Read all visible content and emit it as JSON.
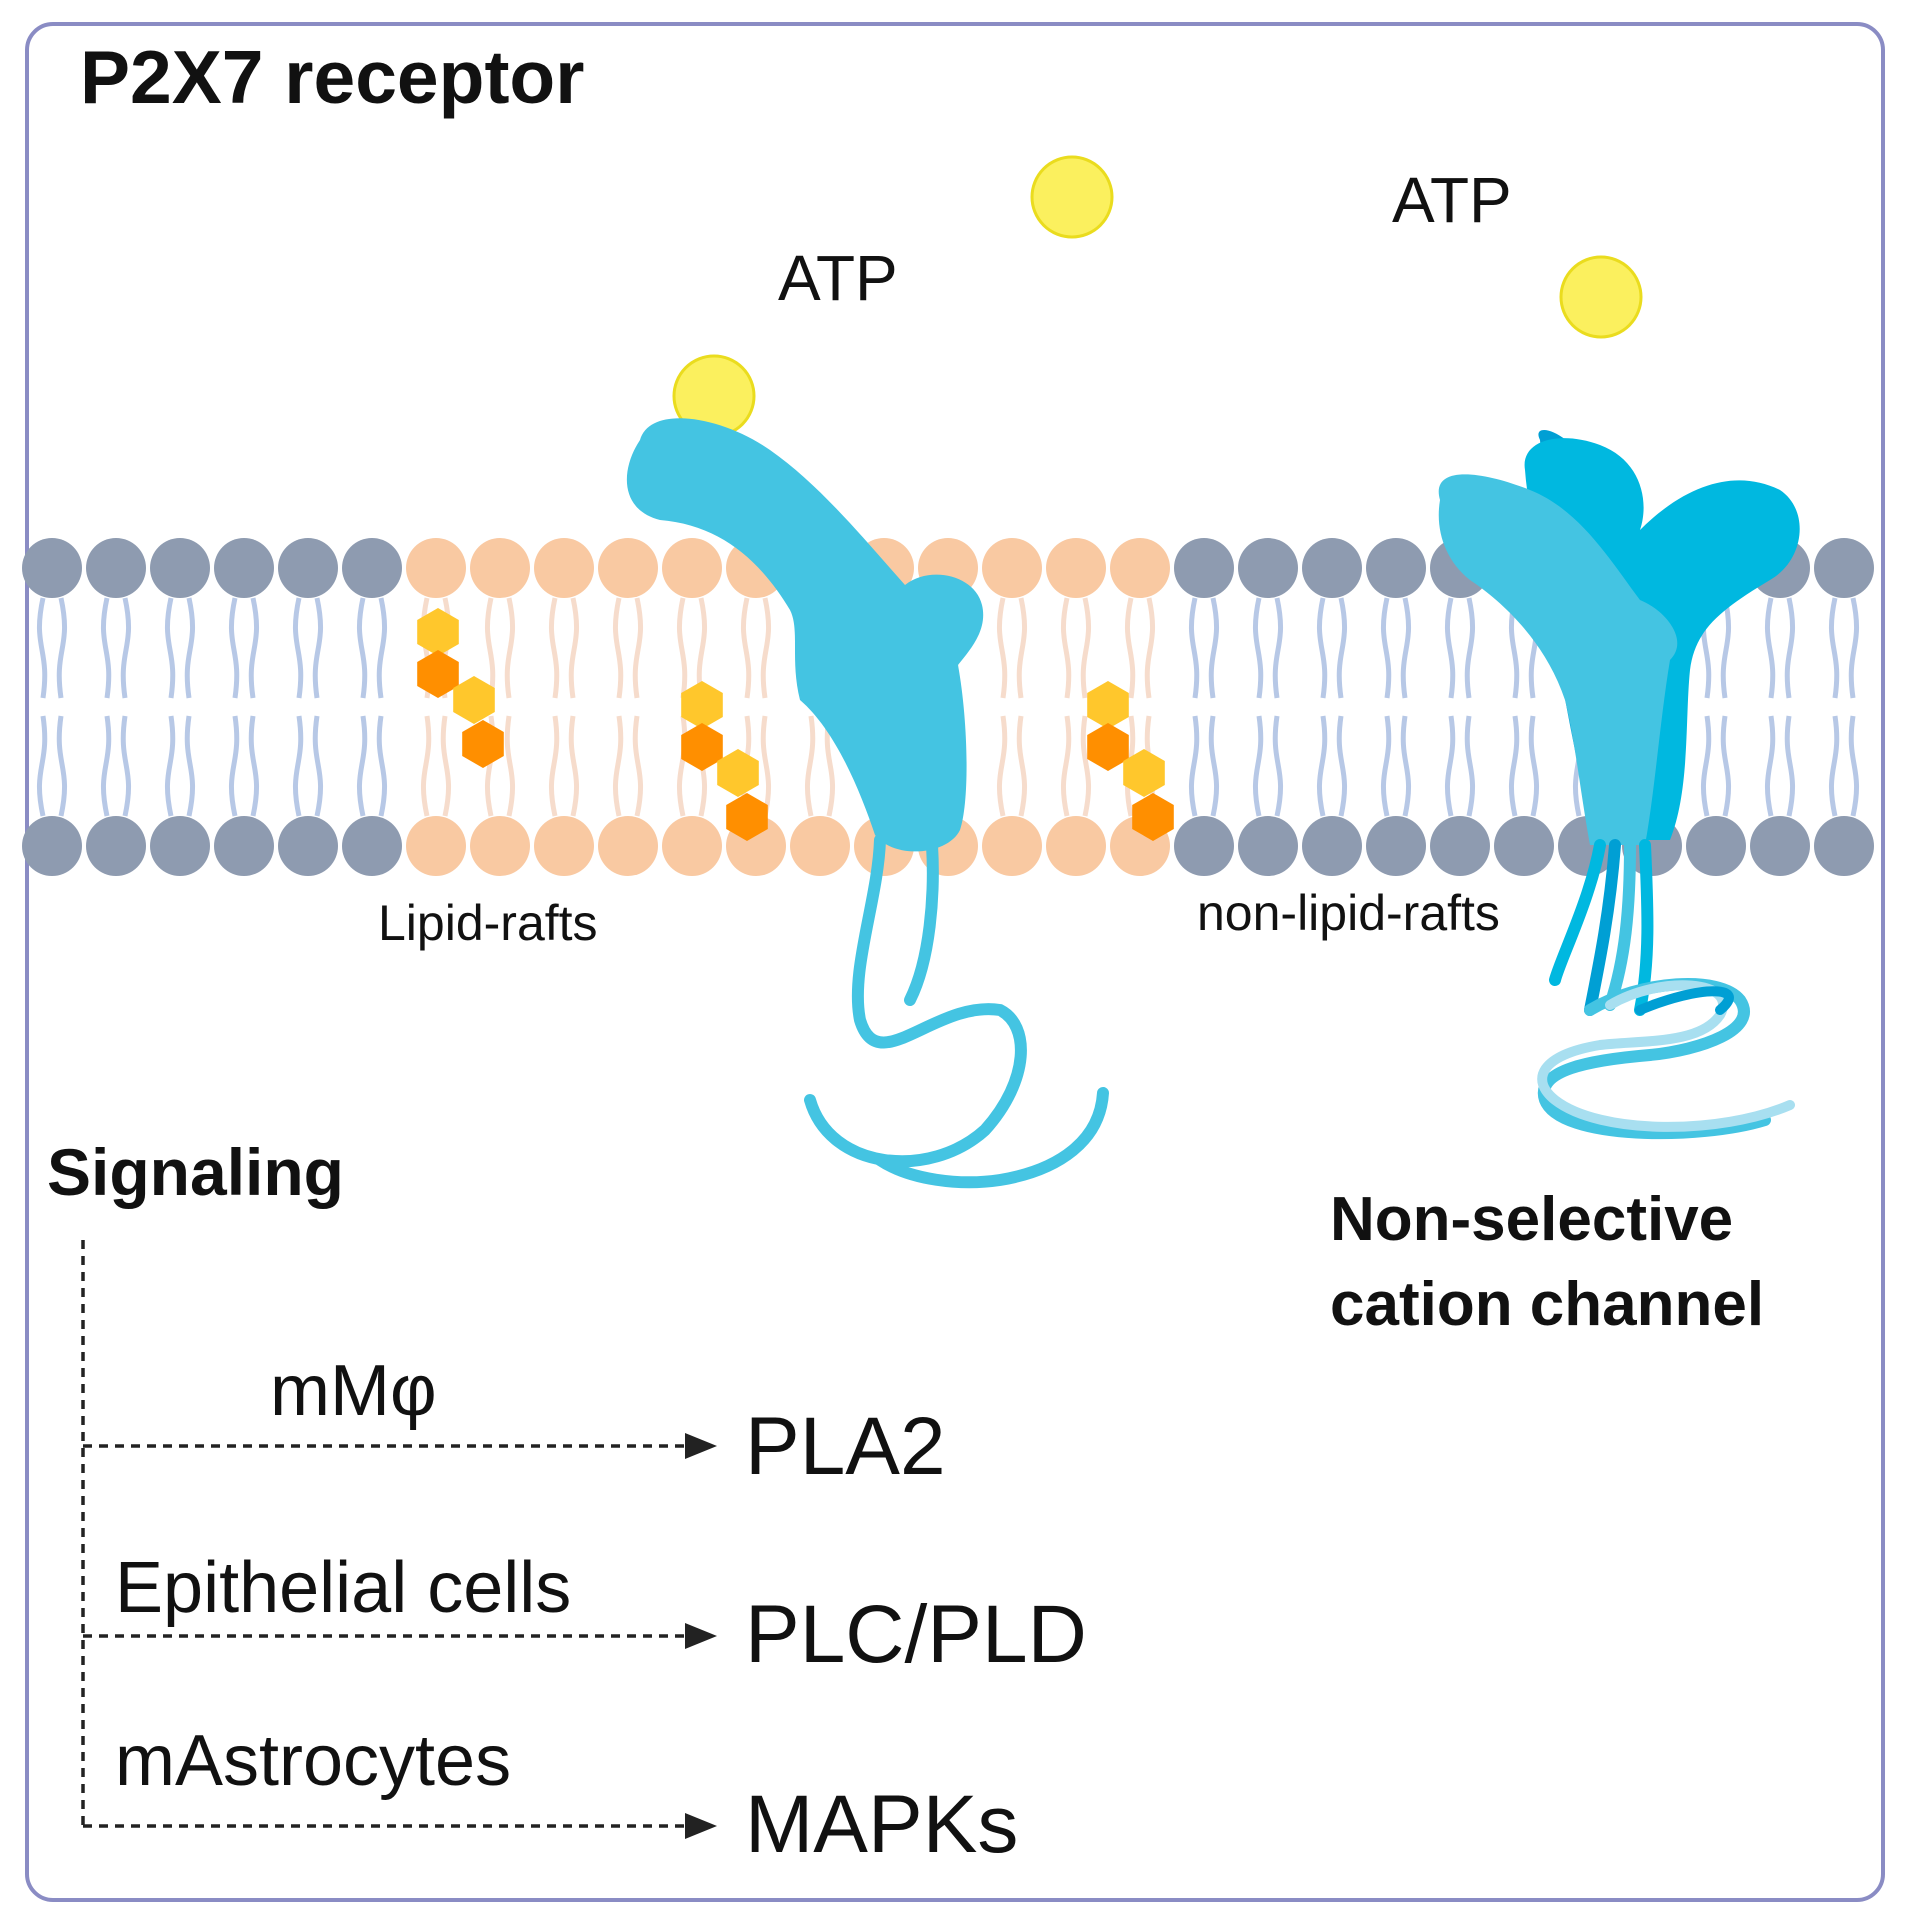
{
  "title": "P2X7 receptor",
  "atp_labels": [
    "ATP",
    "ATP"
  ],
  "membrane": {
    "raft_label": "Lipid-rafts",
    "non_raft_label": "non-lipid-rafts"
  },
  "channel_label": [
    "Non-selective",
    "cation channel"
  ],
  "signaling": {
    "heading": "Signaling",
    "pathways": [
      {
        "cell_type": "mMφ",
        "target": "PLA2"
      },
      {
        "cell_type": "Epithelial cells",
        "target": "PLC/PLD"
      },
      {
        "cell_type": "mAstrocytes",
        "target": "MAPKs"
      }
    ]
  },
  "colors": {
    "frame": "#8a8cc4",
    "grey_head": "#8e9bb0",
    "raft_head": "#f9c9a2",
    "grey_tail": "#b7c8e6",
    "raft_tail": "#f6dccc",
    "receptor": "#44c4e2",
    "receptor_dark": "#009fd4",
    "receptor_mid": "#00b8e0",
    "atp": "#fbf05e",
    "cholesterol_dark": "#ff8f00",
    "cholesterol_light": "#ffc72c",
    "text": "#111111"
  }
}
